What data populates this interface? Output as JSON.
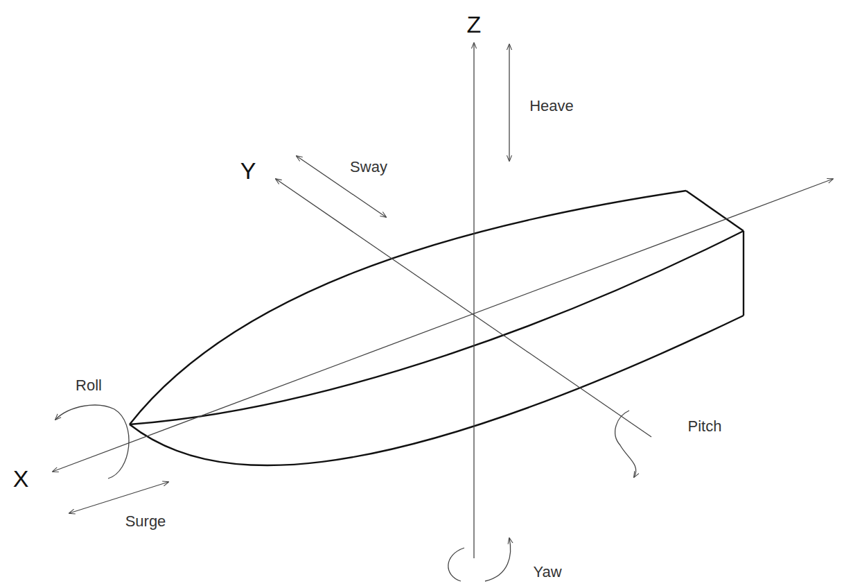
{
  "diagram": {
    "labels": [
      "Z",
      "Heave",
      "Y",
      "Sway",
      "Roll",
      "Pitch",
      "X",
      "Surge",
      "Yaw"
    ]
  }
}
